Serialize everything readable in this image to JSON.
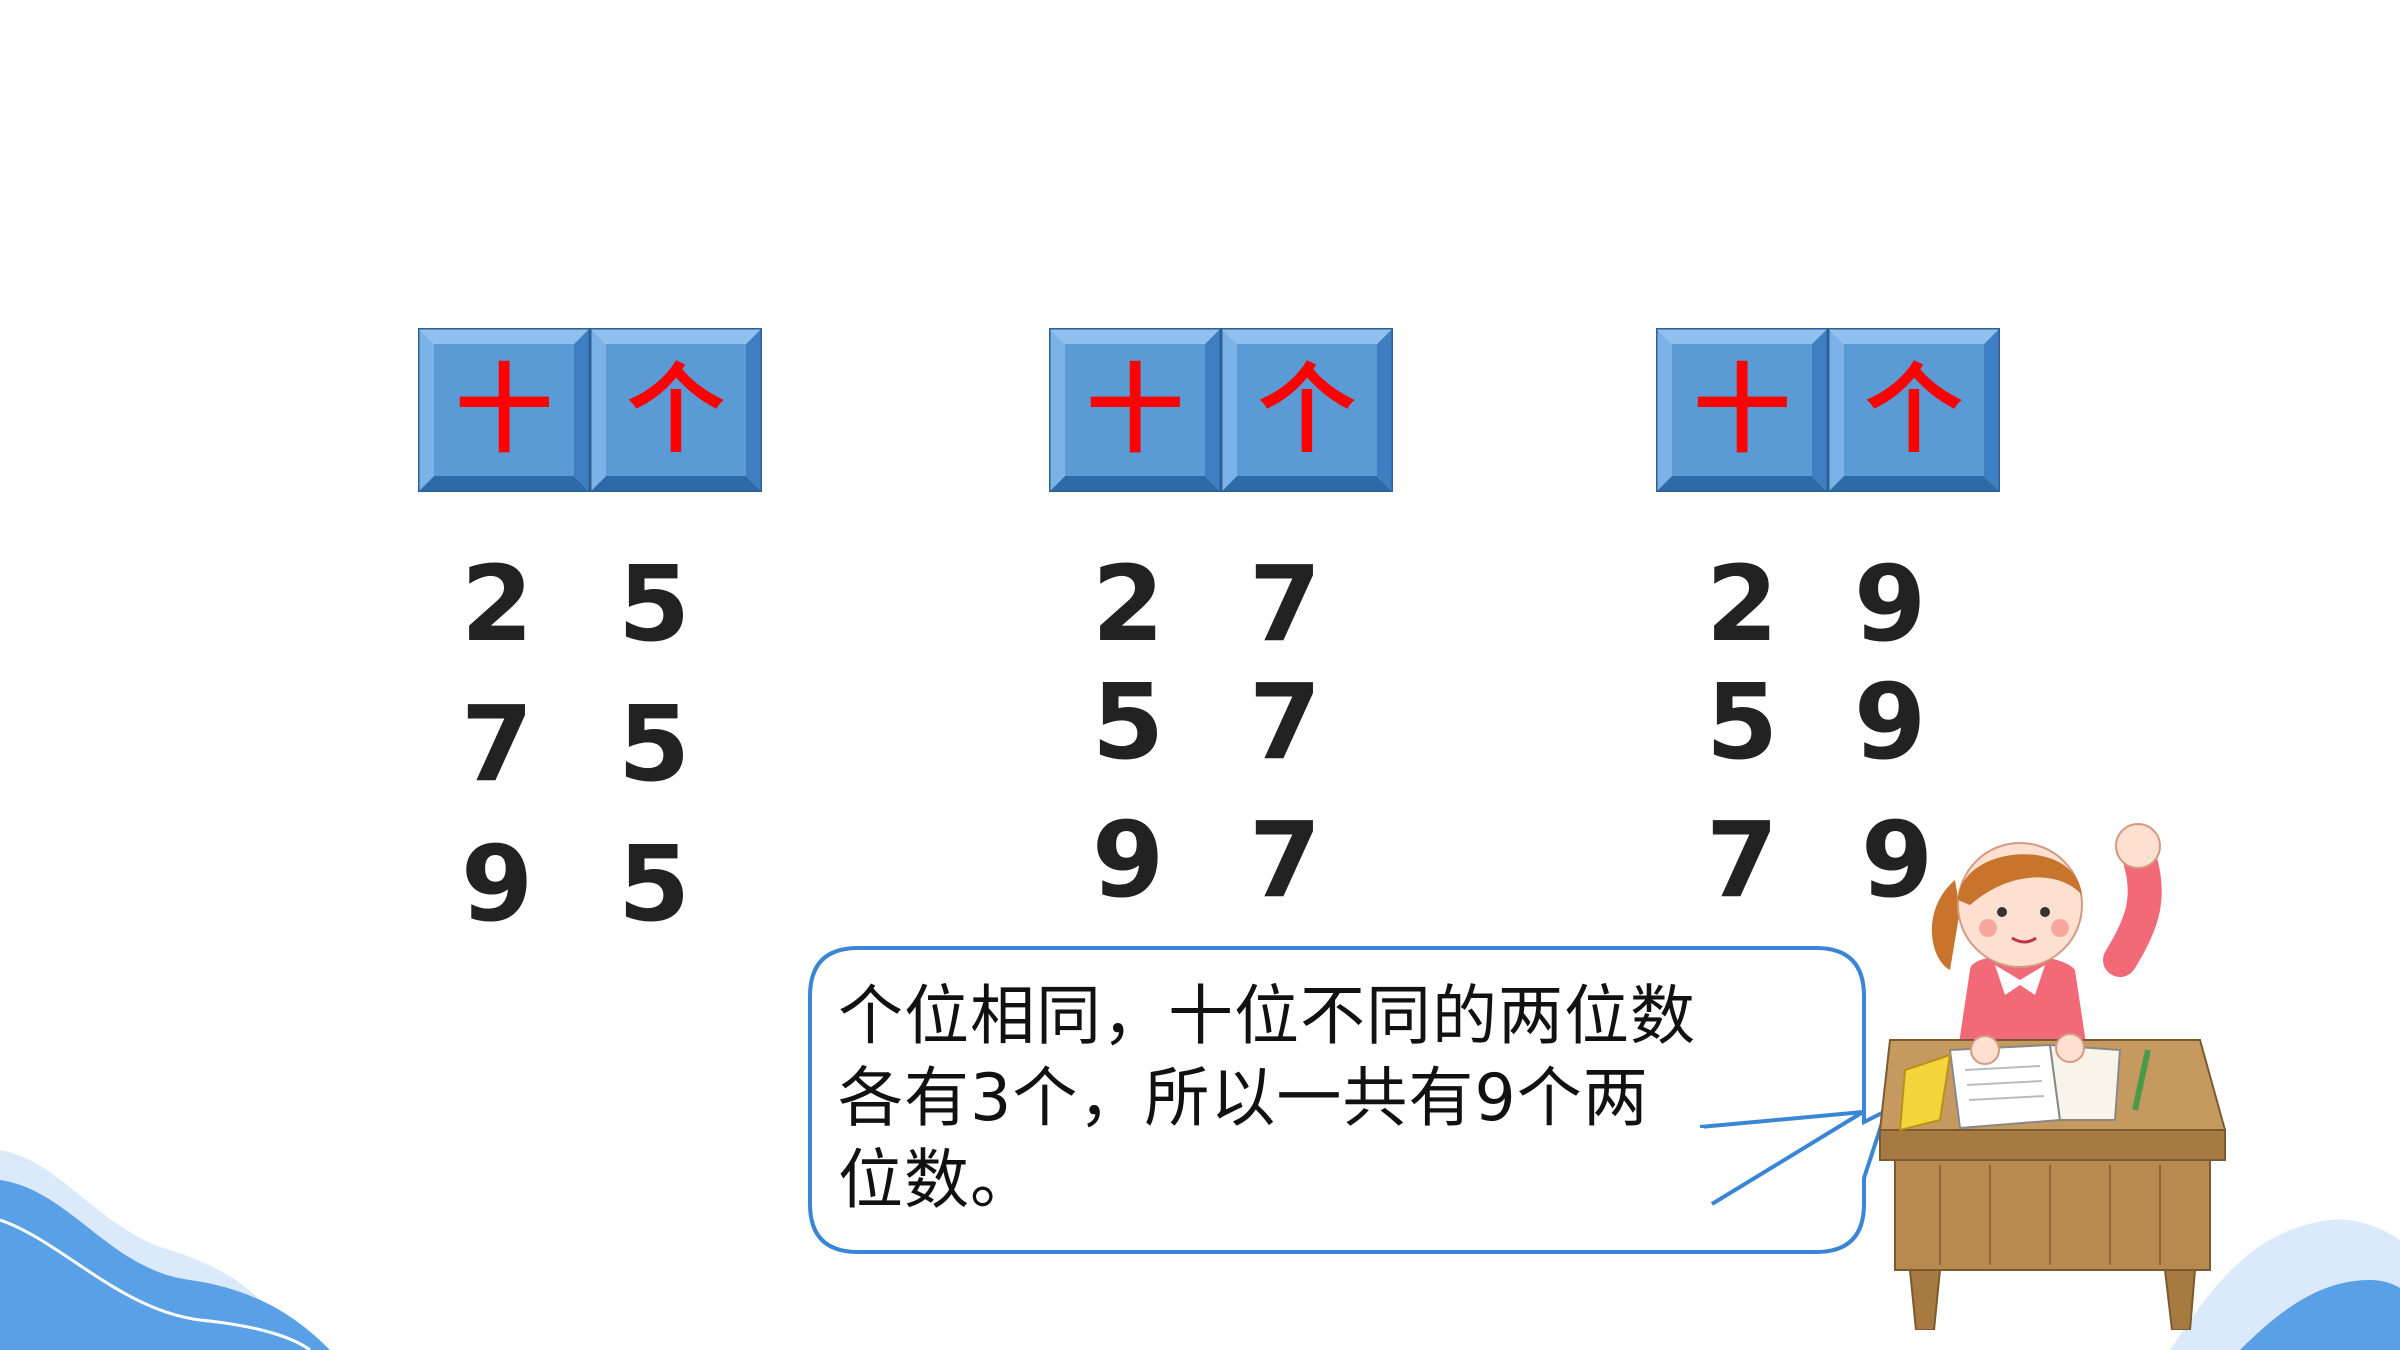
{
  "headers": [
    {
      "tens": "十",
      "ones": "个"
    },
    {
      "tens": "十",
      "ones": "个"
    },
    {
      "tens": "十",
      "ones": "个"
    }
  ],
  "groups": [
    {
      "rows": [
        {
          "tens": "2",
          "ones": "5"
        },
        {
          "tens": "7",
          "ones": "5"
        },
        {
          "tens": "9",
          "ones": "5"
        }
      ]
    },
    {
      "rows": [
        {
          "tens": "2",
          "ones": "7"
        },
        {
          "tens": "5",
          "ones": "7"
        },
        {
          "tens": "9",
          "ones": "7"
        }
      ]
    },
    {
      "rows": [
        {
          "tens": "2",
          "ones": "9"
        },
        {
          "tens": "5",
          "ones": "9"
        },
        {
          "tens": "7",
          "ones": "9"
        }
      ]
    }
  ],
  "speech": {
    "text": "个位相同，十位不同的两位数各有3个，所以一共有9个两位数。"
  },
  "colors": {
    "tile": "#5b9bd5",
    "tile_label": "#ff0000",
    "digit": "#222222",
    "bubble_border": "#3a86d4",
    "wave": "#5aa0e6"
  }
}
